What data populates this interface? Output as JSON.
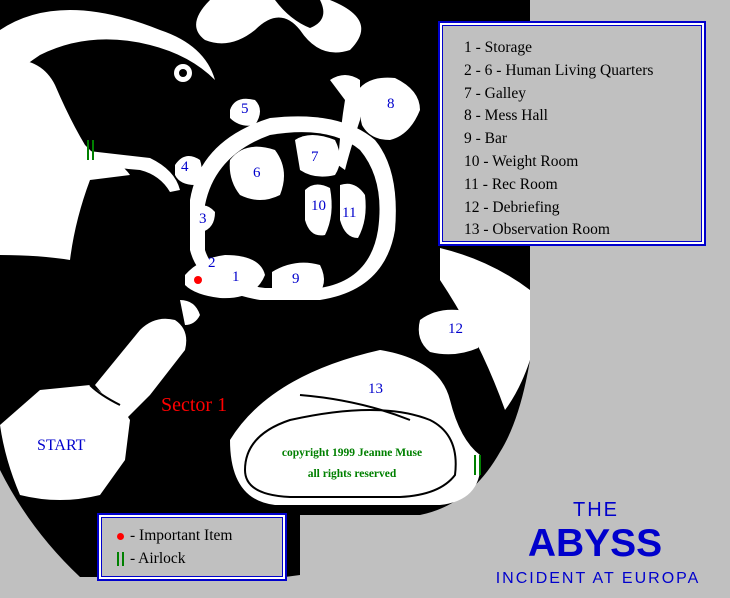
{
  "rooms": [
    {
      "num": "1"
    },
    {
      "num": "2"
    },
    {
      "num": "3"
    },
    {
      "num": "4"
    },
    {
      "num": "5"
    },
    {
      "num": "6"
    },
    {
      "num": "7"
    },
    {
      "num": "8"
    },
    {
      "num": "9"
    },
    {
      "num": "10"
    },
    {
      "num": "11"
    },
    {
      "num": "12"
    },
    {
      "num": "13"
    }
  ],
  "legend": {
    "items": [
      "1 - Storage",
      "2 - 6 - Human Living Quarters",
      "7 - Galley",
      "8 - Mess Hall",
      "9 - Bar",
      "10 - Weight Room",
      "11 - Rec Room",
      "12 - Debriefing",
      "13 - Observation Room"
    ]
  },
  "key": {
    "important_item": "- Important Item",
    "airlock": "- Airlock"
  },
  "labels": {
    "sector": "Sector 1",
    "start": "START",
    "copyright_line1": "copyright 1999 Jeanne Muse",
    "copyright_line2": "all rights reserved"
  },
  "title": {
    "the": "THE",
    "name": "ABYSS",
    "subtitle": "INCIDENT AT EUROPA"
  },
  "colors": {
    "background": "#c0c0c0",
    "map_black": "#000000",
    "corridor_white": "#ffffff",
    "room_numbers": "#0000cc",
    "sector_label": "#ff0000",
    "copyright": "#008000",
    "airlock": "#008000",
    "important_item": "#ff0000"
  }
}
